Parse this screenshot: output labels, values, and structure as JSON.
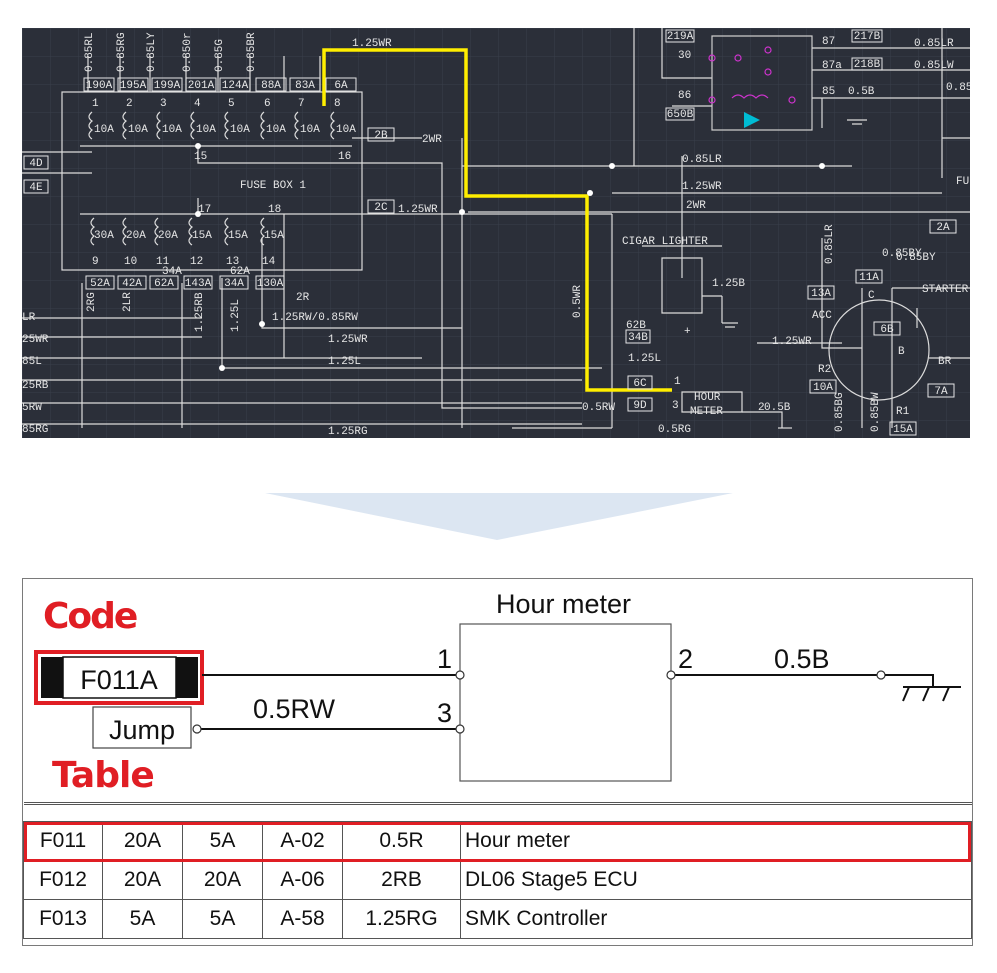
{
  "schematic": {
    "wire_labels": [
      "0.85RL",
      "0.85RG",
      "0.85LY",
      "0.850r",
      "0.85G",
      "0.85BR",
      "1.25WR",
      "2WR",
      "1.25WR",
      "2WR",
      "0.85LR",
      "1.25WR",
      "0.5WR",
      "1.25B",
      "1.25L",
      "0.5RW",
      "0.5RG",
      "0.5B",
      "2R",
      "1.25RW/0.85RW",
      "1.25WR",
      "1.25L",
      "1.25RG",
      "0.85BY",
      "1.25WR",
      "0.85LR",
      "0.85LR",
      "0.85LW",
      "0.5B",
      "2RG",
      "2LR",
      "1.25RB",
      "1.25L",
      "25WR",
      "85L",
      "25RB",
      "5RW",
      "85RG",
      "LR",
      "0.85"
    ],
    "fuse_codes_top": [
      "190A",
      "195A",
      "199A",
      "201A",
      "124A",
      "88A",
      "83A",
      "6A"
    ],
    "fuse_codes_bottom": [
      "52A",
      "42A",
      "62A",
      "143A",
      "34A",
      "130A"
    ],
    "fuse_codes_bottom_extra": [
      "34A",
      "62A"
    ],
    "fuse_numbers_top": [
      "1",
      "2",
      "3",
      "4",
      "5",
      "6",
      "7",
      "8"
    ],
    "fuse_numbers_bottom": [
      "9",
      "10",
      "11",
      "12",
      "13",
      "14"
    ],
    "fuse_ratings_top": [
      "10A",
      "10A",
      "10A",
      "10A",
      "10A",
      "10A",
      "10A",
      "10A"
    ],
    "fuse_ratings_bottom": [
      "30A",
      "20A",
      "20A",
      "15A",
      "15A",
      "15A"
    ],
    "fuse_box_label": "FUSE BOX 1",
    "fuse_pins": [
      "15",
      "16",
      "17",
      "18"
    ],
    "tags_left": [
      "4D",
      "4E"
    ],
    "tags_mid": [
      "2B",
      "2C"
    ],
    "cigar_lighter": "CIGAR LIGHTER",
    "hour_meter": [
      "HOUR",
      "METER"
    ],
    "hour_meter_tags": [
      "6C",
      "9D"
    ],
    "hm_pins": [
      "1",
      "3",
      "2"
    ],
    "cl_tags": [
      "62B",
      "34B"
    ],
    "relay_tags": [
      "219A",
      "650B",
      "217B",
      "218B"
    ],
    "relay_pins": [
      "30",
      "86",
      "87",
      "87a",
      "85"
    ],
    "starter_label": "STARTER",
    "starter_tags": [
      "11A",
      "13A",
      "6B",
      "10A",
      "7A",
      "15A",
      "2A"
    ],
    "starter_pins": [
      "C",
      "B",
      "BR",
      "R1",
      "R2",
      "ACC"
    ],
    "starter_wires": [
      "0.85BY",
      "0.85BW",
      "0.85BG"
    ],
    "misc": [
      "FU",
      "+",
      "1",
      "2",
      "3"
    ]
  },
  "diagram": {
    "title": "Hour meter",
    "code_label": "Code",
    "table_label": "Table",
    "code_box": "F011A",
    "jump_box": "Jump",
    "pin1": "1",
    "pin2": "2",
    "pin3": "3",
    "wire_left": "0.5RW",
    "wire_right": "0.5B"
  },
  "table": {
    "rows": [
      [
        "F011",
        "20A",
        "5A",
        "A-02",
        "0.5R",
        "Hour meter"
      ],
      [
        "F012",
        "20A",
        "20A",
        "A-06",
        "2RB",
        "DL06 Stage5 ECU"
      ],
      [
        "F013",
        "5A",
        "5A",
        "A-58",
        "1.25RG",
        "SMK Controller"
      ]
    ]
  },
  "colors": {
    "cad_bg": "#2b2f39",
    "cad_line": "#e6e6e6",
    "highlight_wire": "#ffee00",
    "relay_accent": "#cc33cc",
    "diode": "#00bcd4",
    "annotation_red": "#e01e24",
    "arrow": "#dce6f2"
  }
}
